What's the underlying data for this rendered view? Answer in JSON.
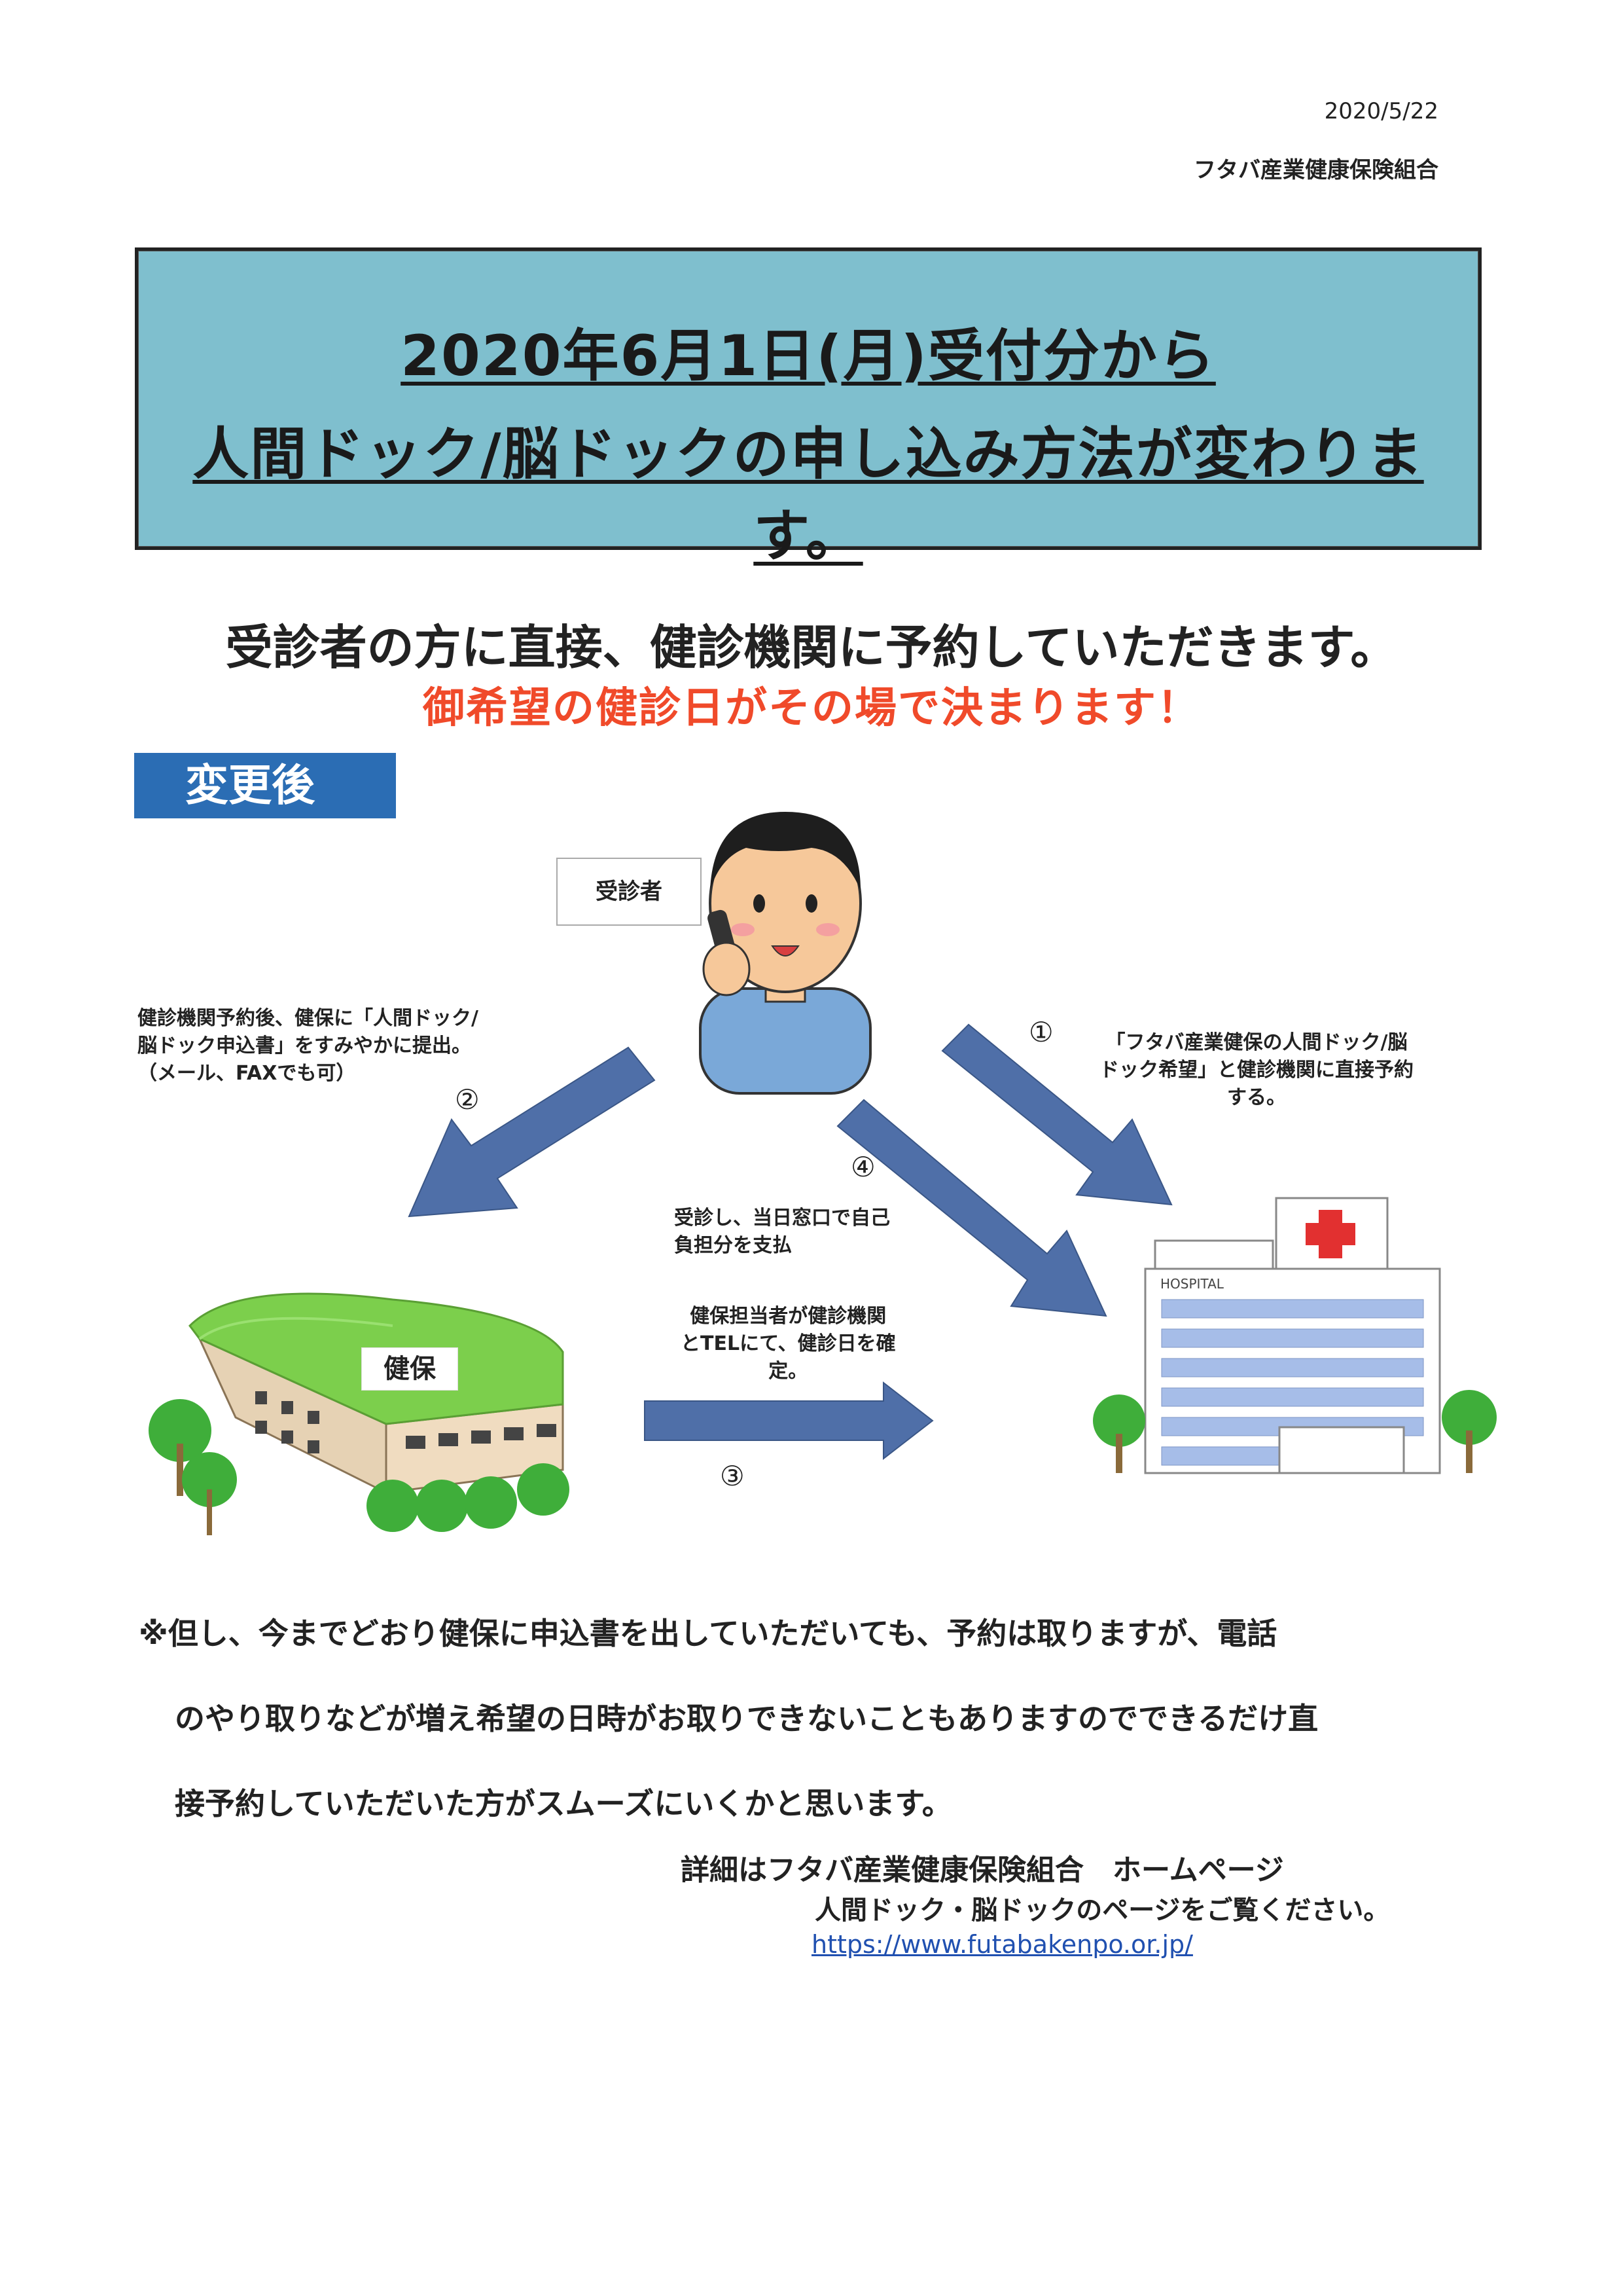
{
  "header": {
    "date": "2020/5/22",
    "organization": "フタバ産業健康保険組合"
  },
  "banner": {
    "line1": "2020年6月1日(月)受付分から",
    "line2": "人間ドック/脳ドックの申し込み方法が変わります。"
  },
  "lead": {
    "main": "受診者の方に直接、健診機関に予約していただきます。",
    "highlight": "御希望の健診日がその場で決まります！"
  },
  "section_tag": "変更後",
  "diagram": {
    "patient_label": "受診者",
    "kenpo_label": "健保",
    "hospital_sign": "HOSPITAL",
    "step1_number": "①",
    "step1_text": [
      "「フタバ産業健保の人間ドック/脳",
      "ドック希望」と健診機関に直接予約",
      "する。"
    ],
    "step2_number": "②",
    "step2_text": [
      "健診機関予約後、健保に「人間ドック/",
      "脳ドック申込書」をすみやかに提出。",
      "（メール、FAXでも可）"
    ],
    "step3_number": "③",
    "step3_text": [
      "健保担当者が健診機関",
      "とTELにて、健診日を確",
      "定。"
    ],
    "step4_number": "④",
    "step4_text": [
      "受診し、当日窓口で自己",
      "負担分を支払"
    ]
  },
  "notice": [
    "※但し、今までどおり健保に申込書を出していただいても、予約は取りますが、電話",
    "のやり取りなどが増え希望の日時がお取りできないこともありますのでできるだけ直",
    "接予約していただいた方がスムーズにいくかと思います。"
  ],
  "footer": {
    "detail_line1": "詳細はフタバ産業健康保険組合　ホームページ",
    "detail_line2": "人間ドック・脳ドックのページをご覧ください。",
    "url": "https://www.futabakenpo.or.jp/"
  },
  "colors": {
    "banner_bg": "#7fbfce",
    "highlight_red": "#f04a2a",
    "tag_blue": "#2b6db4",
    "arrow_blue": "#4f6fa8",
    "roof_green": "#7ccf4c",
    "hospital_cross": "#e23030"
  }
}
